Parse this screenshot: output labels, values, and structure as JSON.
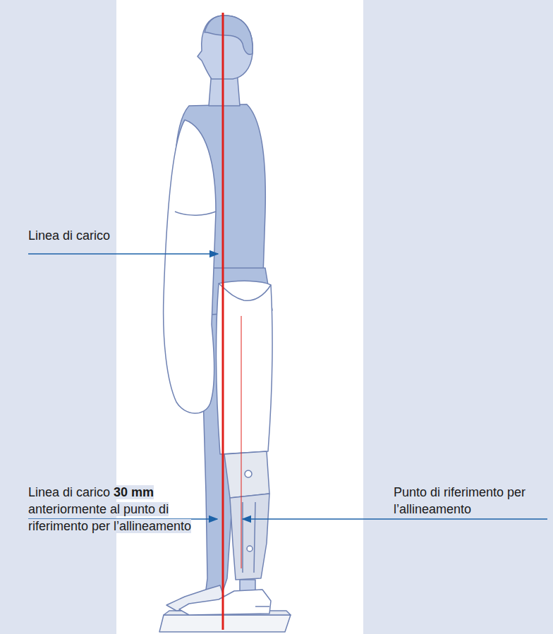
{
  "diagram": {
    "labels": [
      "Linea di carico",
      "Linea di carico",
      "30 mm",
      "anteriormente al punto di riferimento per l’allineamento",
      "Punto di riferimento per l’allineamento"
    ]
  }
}
